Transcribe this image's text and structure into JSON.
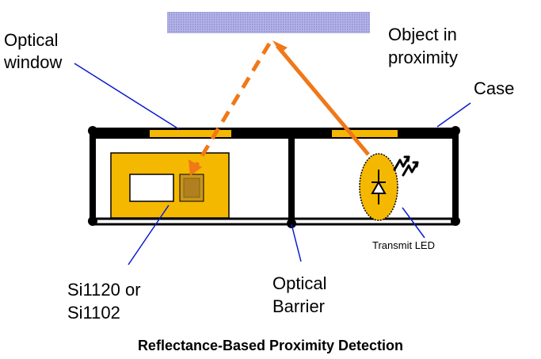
{
  "labels": {
    "optical_window_line1": "Optical",
    "optical_window_line2": "window",
    "object_line1": "Object in",
    "object_line2": "proximity",
    "case": "Case",
    "transmit_led": "Transmit LED",
    "sensor_line1": "Si1120 or",
    "sensor_line2": "Si1102",
    "barrier_line1": "Optical",
    "barrier_line2": "Barrier"
  },
  "caption": "Reflectance-Based Proximity Detection",
  "colors": {
    "case": "#000000",
    "window": "#f5b800",
    "object": "#a8a8e0",
    "beam": "#f07818",
    "leader": "#0a1ad0",
    "sensor_board": "#f5b800",
    "sensor_chip": "#c8961e"
  },
  "icons": {
    "led": "diode-symbol-icon",
    "emission": "light-emission-arrows-icon"
  }
}
